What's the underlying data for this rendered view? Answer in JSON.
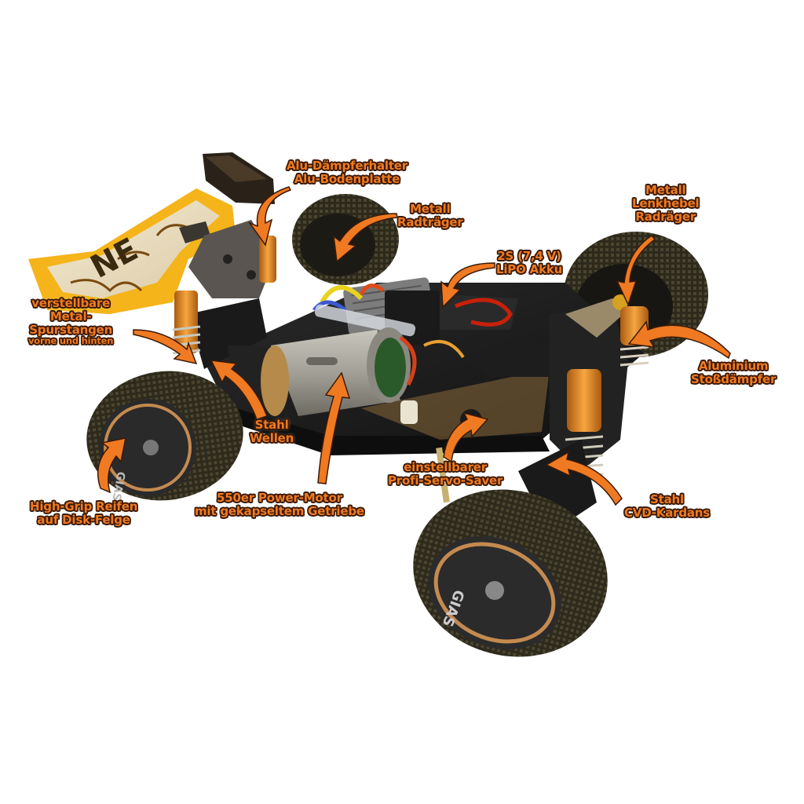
{
  "image": {
    "type": "annotated product photo",
    "subject": "1:14 RC buggy chassis with feature callouts",
    "background": "#ffffff",
    "label_color": "#f07a22",
    "label_outline": "#3a1a08",
    "arrow_color": "#f07a22"
  },
  "callouts": [
    {
      "id": "shock-mount",
      "lines": [
        "Alu-Dämpferhalter",
        "Alu-Bodenplatte"
      ]
    },
    {
      "id": "rear-hub",
      "lines": [
        "Metall",
        "Radträger"
      ]
    },
    {
      "id": "steering",
      "lines": [
        "Metall",
        "Lenkhebel",
        "Radräger"
      ]
    },
    {
      "id": "battery",
      "lines": [
        "2S (7,4 V)",
        "LiPO Akku"
      ]
    },
    {
      "id": "tie-rods",
      "lines": [
        "verstellbare",
        "Metal-",
        "Spurstangen",
        "vorne und hinten"
      ]
    },
    {
      "id": "shocks",
      "lines": [
        "Aluminium",
        "Stoßdämpfer"
      ]
    },
    {
      "id": "shafts",
      "lines": [
        "Stahl",
        "Wellen"
      ]
    },
    {
      "id": "servo-saver",
      "lines": [
        "einstellbarer",
        "Profi-Servo-Saver"
      ]
    },
    {
      "id": "tires",
      "lines": [
        "High-Grip Reifen",
        "auf Disk-Felge"
      ]
    },
    {
      "id": "motor",
      "lines": [
        "550er Power-Motor",
        "mit gekapseltem Getriebe"
      ]
    },
    {
      "id": "cvd",
      "lines": [
        "Stahl",
        "CVD-Kardans"
      ]
    }
  ],
  "wing_graphic_text": "NE",
  "wheel_graphic_text": "GIAS"
}
